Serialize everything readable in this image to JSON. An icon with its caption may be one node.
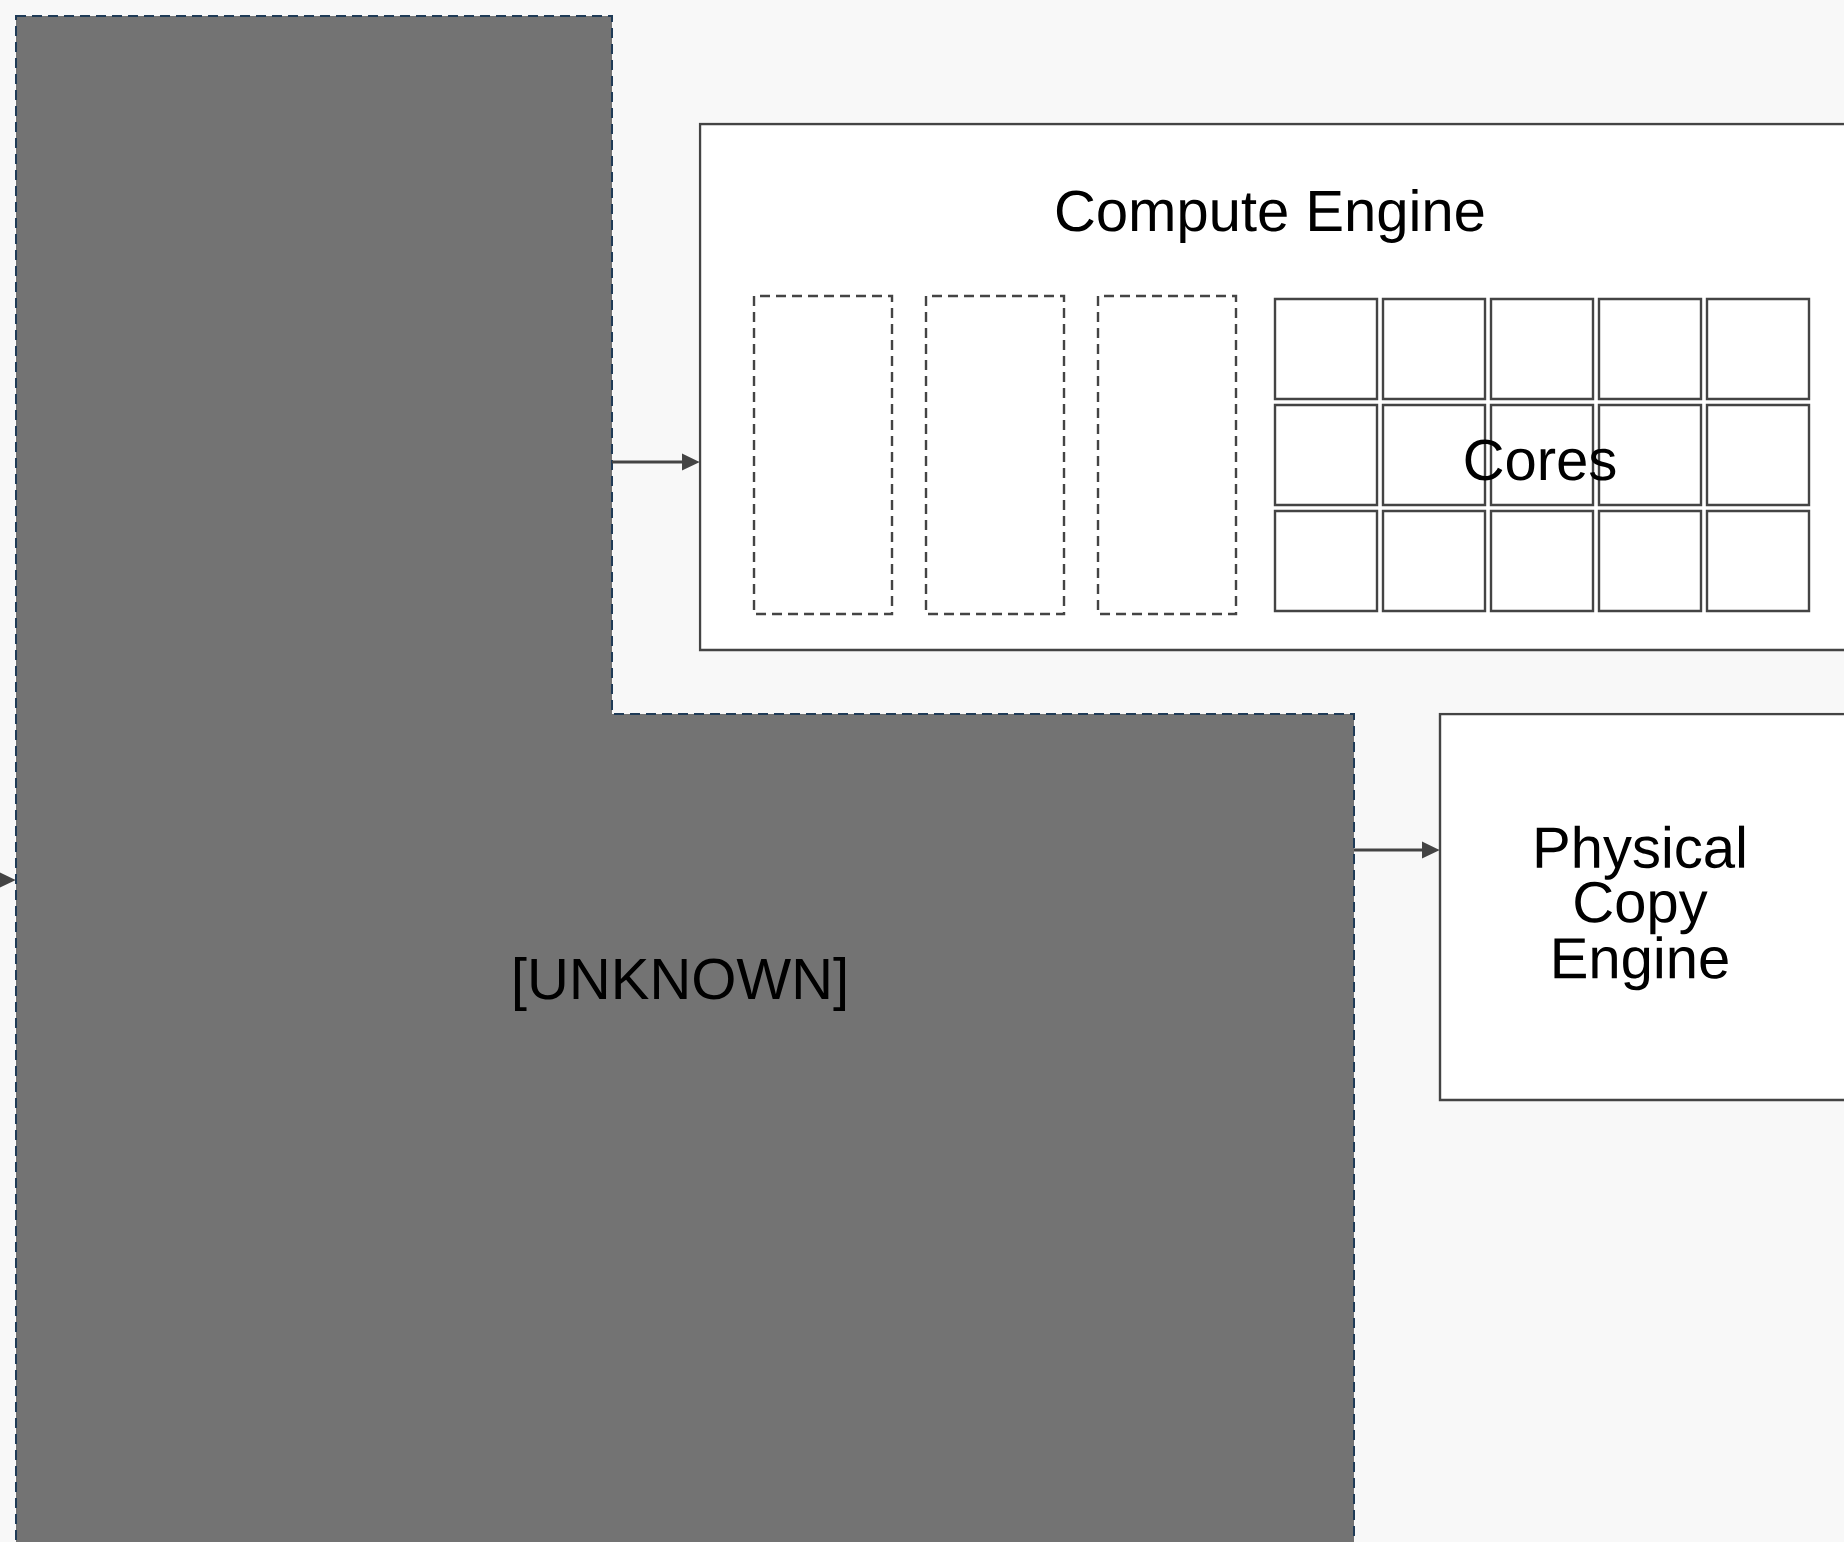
{
  "diagram": {
    "nodes": [
      {
        "text": [
          "[UNKNOWN]"
        ]
      },
      {
        "text": [
          "Compute Engine"
        ]
      },
      {
        "text": [],
        "shape": "box",
        "in": 1
      },
      {
        "text": [],
        "shape": "box",
        "in": 1
      },
      {
        "text": [],
        "shape": "box",
        "in": 1
      },
      {
        "text": [
          "Cores"
        ],
        "in": 1
      },
      {
        "text": [
          "Physical Copy Engine"
        ]
      }
    ],
    "edges": [
      {
        "from": null,
        "to": 0,
        "arrow": "to"
      },
      {
        "from": 0,
        "to": 1,
        "arrow": "to"
      },
      {
        "from": 0,
        "to": 6,
        "arrow": "to"
      }
    ]
  }
}
